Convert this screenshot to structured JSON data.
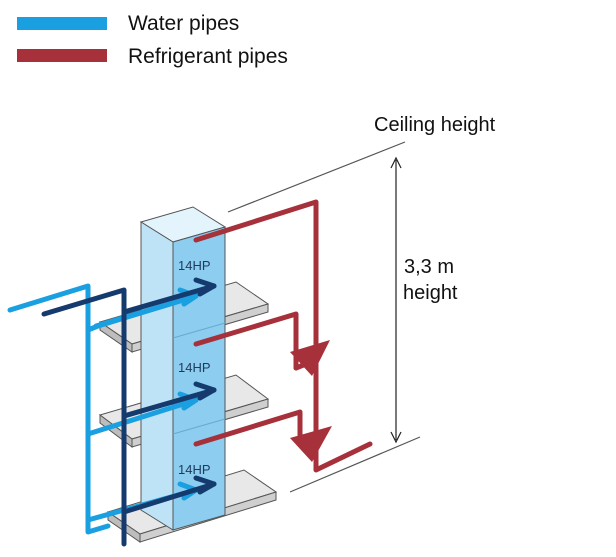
{
  "legend": [
    {
      "label": "Water pipes",
      "color": "#1aa0e0"
    },
    {
      "label": "Refrigerant pipes",
      "color": "#a7313b"
    }
  ],
  "ceiling_label": "Ceiling height",
  "height_value": "3,3 m",
  "height_word": "height",
  "units": [
    "14HP",
    "14HP",
    "14HP"
  ],
  "colors": {
    "water_light": "#1aa0e0",
    "water_dark": "#143a6e",
    "refrigerant": "#a7313b",
    "unit_front": "#bfe3f6",
    "unit_side": "#8ccdf0",
    "unit_top": "#e4f4fc",
    "floor": "#e8e8e8",
    "outline": "#555555"
  }
}
